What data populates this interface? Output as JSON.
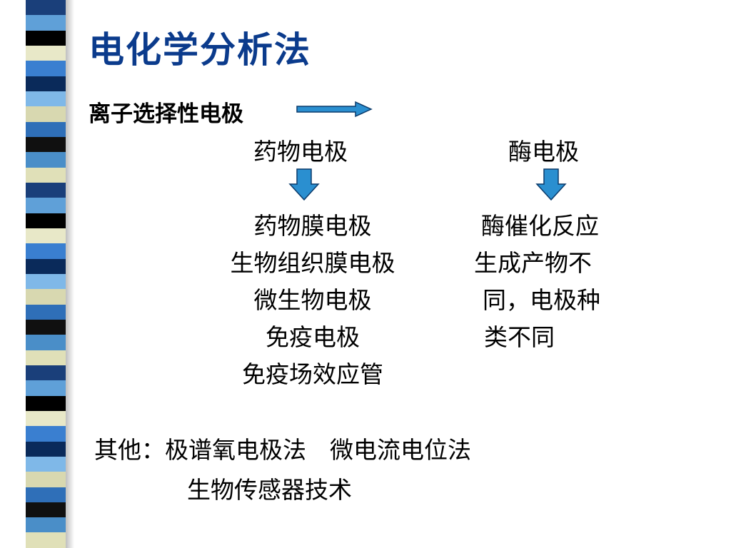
{
  "slide": {
    "title": "电化学分析法",
    "ion_selective_electrode": "离子选择性电极",
    "drug_electrode": "药物电极",
    "enzyme_electrode": "酶电极",
    "left_list": [
      "药物膜电极",
      "生物组织膜电极",
      "微生物电极",
      "免疫电极",
      "免疫场效应管"
    ],
    "right_list": [
      "酶催化反应",
      "生成产物不",
      "同，电极种",
      "类不同"
    ],
    "others_line1": "其他：极谱氧电极法　微电流电位法",
    "others_line2": "生物传感器技术"
  },
  "icons": {
    "right_arrow": "arrow-right-icon",
    "down_arrow": "arrow-down-icon"
  },
  "colors": {
    "title": "#0b3b8c",
    "arrow_fill": "#2a8fd0",
    "stripes": [
      "#1a3f7a",
      "#5fa0d8",
      "#000000",
      "#e8e8c8",
      "#3a7fd0",
      "#0a2a5a",
      "#7fb8e8",
      "#d8d8b0",
      "#2f6fb8",
      "#101010",
      "#4a8ec8",
      "#e0e0b8"
    ]
  }
}
